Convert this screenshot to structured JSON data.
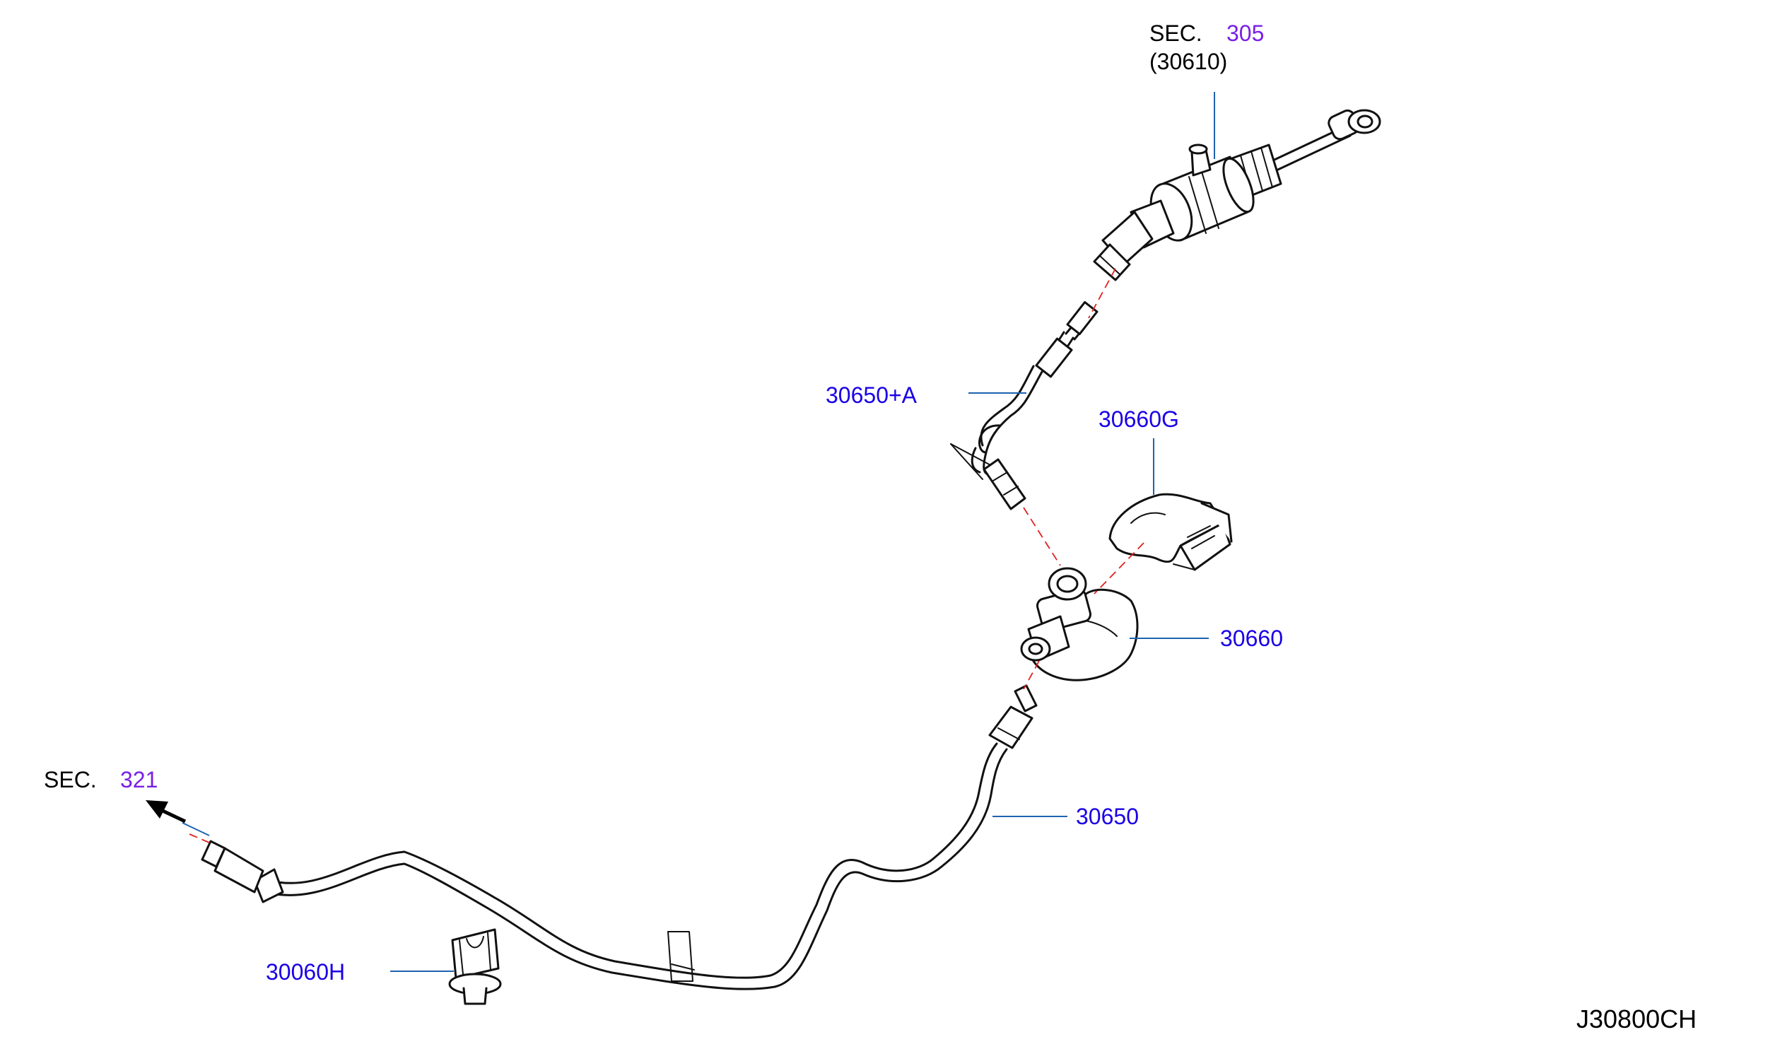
{
  "diagram": {
    "drawing_code": "J30800CH",
    "sections": [
      {
        "prefix": "SEC.",
        "number": "305",
        "sub": "(30610)"
      },
      {
        "prefix": "SEC.",
        "number": "321"
      }
    ],
    "parts": [
      {
        "id": "30650+A"
      },
      {
        "id": "30660G"
      },
      {
        "id": "30660"
      },
      {
        "id": "30650"
      },
      {
        "id": "30060H"
      }
    ],
    "colors": {
      "part_label": "#1a00e6",
      "section_number": "#7a1fe6",
      "leader_line": "#1e63b0",
      "alignment_line": "#e02020",
      "ink": "#111111"
    }
  }
}
